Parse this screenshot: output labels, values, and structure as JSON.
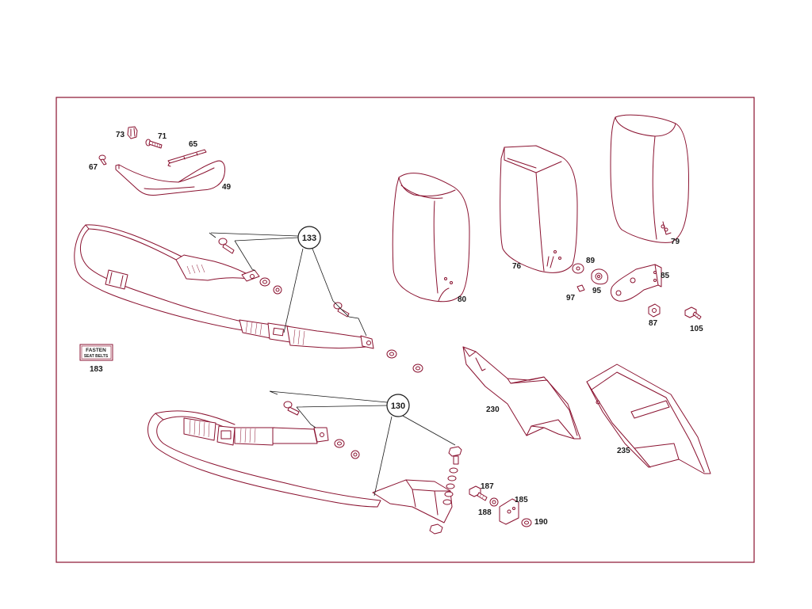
{
  "diagram": {
    "colors": {
      "frame": "#8a1230",
      "part_outline": "#8a1230",
      "label": "#1a1a1a",
      "background": "#ffffff"
    },
    "labels": {
      "p73": "73",
      "p71": "71",
      "p65": "65",
      "p67": "67",
      "p49": "49",
      "p133": "133",
      "p183": "183",
      "p80": "80",
      "p76": "76",
      "p79": "79",
      "p89": "89",
      "p95": "95",
      "p97": "97",
      "p85": "85",
      "p87": "87",
      "p105": "105",
      "p230": "230",
      "p235": "235",
      "p130": "130",
      "p187": "187",
      "p185": "185",
      "p188": "188",
      "p190": "190"
    },
    "sign": {
      "line1": "FASTEN",
      "line2": "SEAT BELTS"
    }
  }
}
